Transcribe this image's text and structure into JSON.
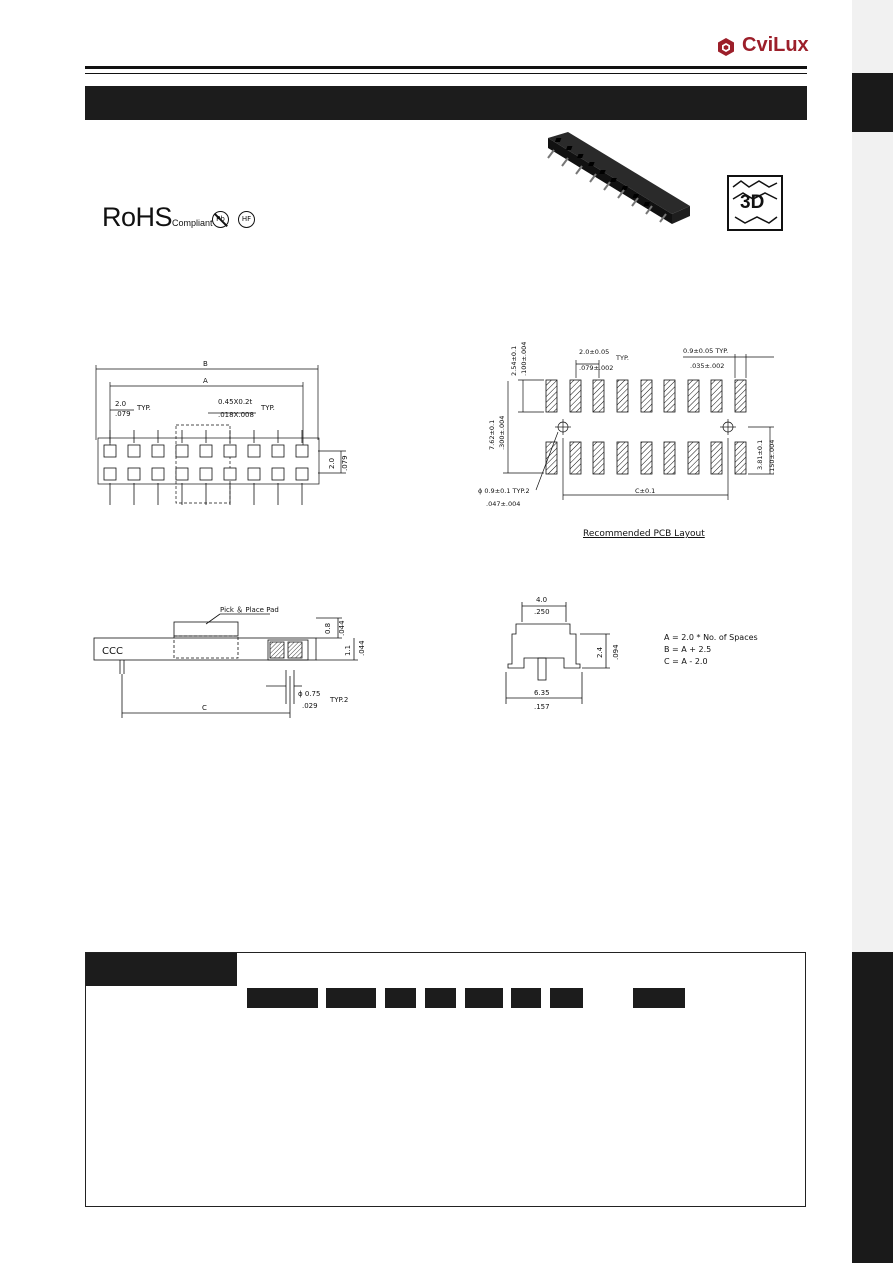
{
  "brand": {
    "name": "CviLux",
    "accent_color": "#9c1f2a"
  },
  "compliance": {
    "rohs": "RoHS",
    "rohs_sub": "Compliant",
    "pb_free": "Pb",
    "halogen_free": "HF"
  },
  "icons": {
    "three_d": "3D"
  },
  "drawings": {
    "top_view": {
      "dim_b": "B",
      "dim_a": "A",
      "pitch_mm": "2.0",
      "pitch_in": ".079",
      "pitch_typ": "TYP.",
      "pin_mm": "0.45X0.2t",
      "pin_in": ".018X.008",
      "pin_typ": "TYP.",
      "row_mm": "2.0",
      "row_in": ".079"
    },
    "pcb_layout": {
      "h1_mm": "2.54±0.1",
      "h1_in": ".100±.004",
      "pitch_mm": "2.0±0.05",
      "pitch_in": ".079±.002",
      "pitch_typ": "TYP.",
      "pad_mm": "0.9±0.05 TYP.",
      "pad_in": ".035±.002",
      "h2_mm": "7.62±0.1",
      "h2_in": ".300±.004",
      "h3_mm": "3.81±0.1",
      "h3_in": ".150±.004",
      "hole_mm": "ϕ 0.9±0.1 TYP.2",
      "hole_in": ".047±.004",
      "dim_c": "C±0.1"
    },
    "pcb_caption": "Recommended PCB Layout",
    "side_view": {
      "pad_label": "Pick ＆ Place Pad",
      "ccc": "CCC",
      "h1_mm": "0.8",
      "h1_in": ".044",
      "h2_mm": "1.1",
      "h2_in": ".044",
      "peg_mm": "ϕ 0.75",
      "peg_in": ".029",
      "peg_typ": "TYP.2",
      "dim_c": "C"
    },
    "end_view": {
      "top_mm": "4.0",
      "top_in": ".250",
      "h_mm": "2.4",
      "h_in": ".094",
      "w_mm": "6.35",
      "w_in": ".157"
    },
    "formulas": [
      "A = 2.0 * No. of Spaces",
      "B = A + 2.5",
      "C = A - 2.0"
    ]
  }
}
